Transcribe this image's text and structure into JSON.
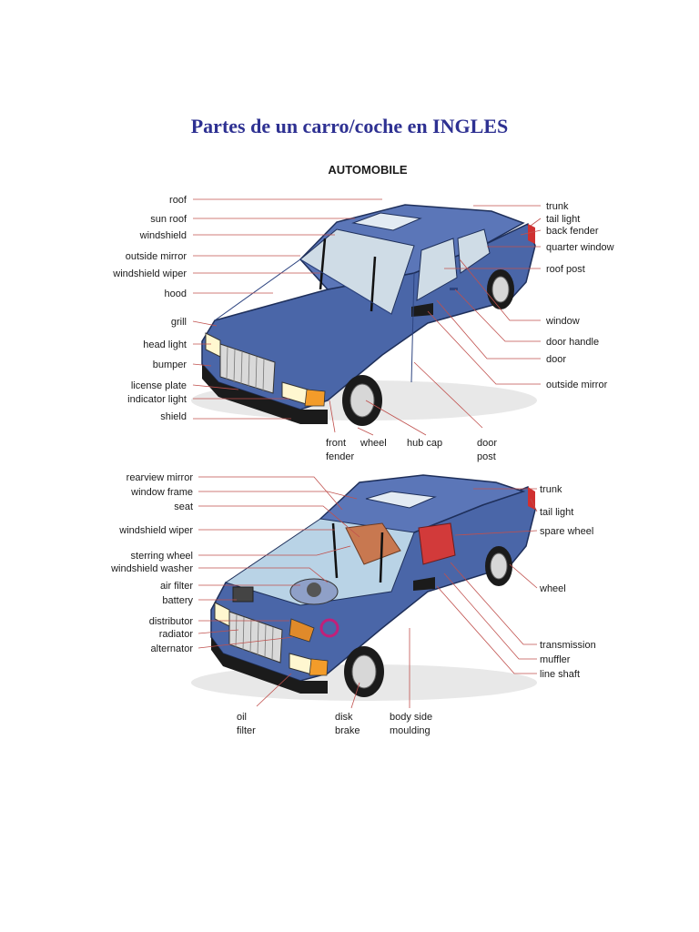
{
  "title": "Partes de un carro/coche en INGLES",
  "diagram_heading": "AUTOMOBILE",
  "colors": {
    "title": "#2e3192",
    "car_body": "#4a66a8",
    "leader_lines": "#c0504d"
  },
  "exterior_labels": {
    "left": [
      "roof",
      "sun roof",
      "windshield",
      "outside mirror",
      "windshield wiper",
      "hood",
      "grill",
      "head light",
      "bumper",
      "license plate",
      "indicator light",
      "shield"
    ],
    "right": [
      "trunk",
      "tail light",
      "back fender",
      "quarter window",
      "roof post",
      "window",
      "door handle",
      "door",
      "outside mirror"
    ],
    "bottom": [
      {
        "line1": "front",
        "line2": "fender"
      },
      {
        "line1": "wheel",
        "line2": ""
      },
      {
        "line1": "hub cap",
        "line2": ""
      },
      {
        "line1": "door",
        "line2": "post"
      }
    ]
  },
  "interior_labels": {
    "left": [
      "rearview mirror",
      "window frame",
      "seat",
      "windshield wiper",
      "sterring wheel",
      "windshield washer",
      "air filter",
      "battery",
      "distributor",
      "radiator",
      "alternator"
    ],
    "right": [
      "trunk",
      "tail light",
      "spare wheel",
      "wheel",
      "transmission",
      "muffler",
      "line shaft"
    ],
    "bottom": [
      {
        "line1": "oil",
        "line2": "filter"
      },
      {
        "line1": "disk",
        "line2": "brake"
      },
      {
        "line1": "body side",
        "line2": "moulding"
      }
    ]
  }
}
